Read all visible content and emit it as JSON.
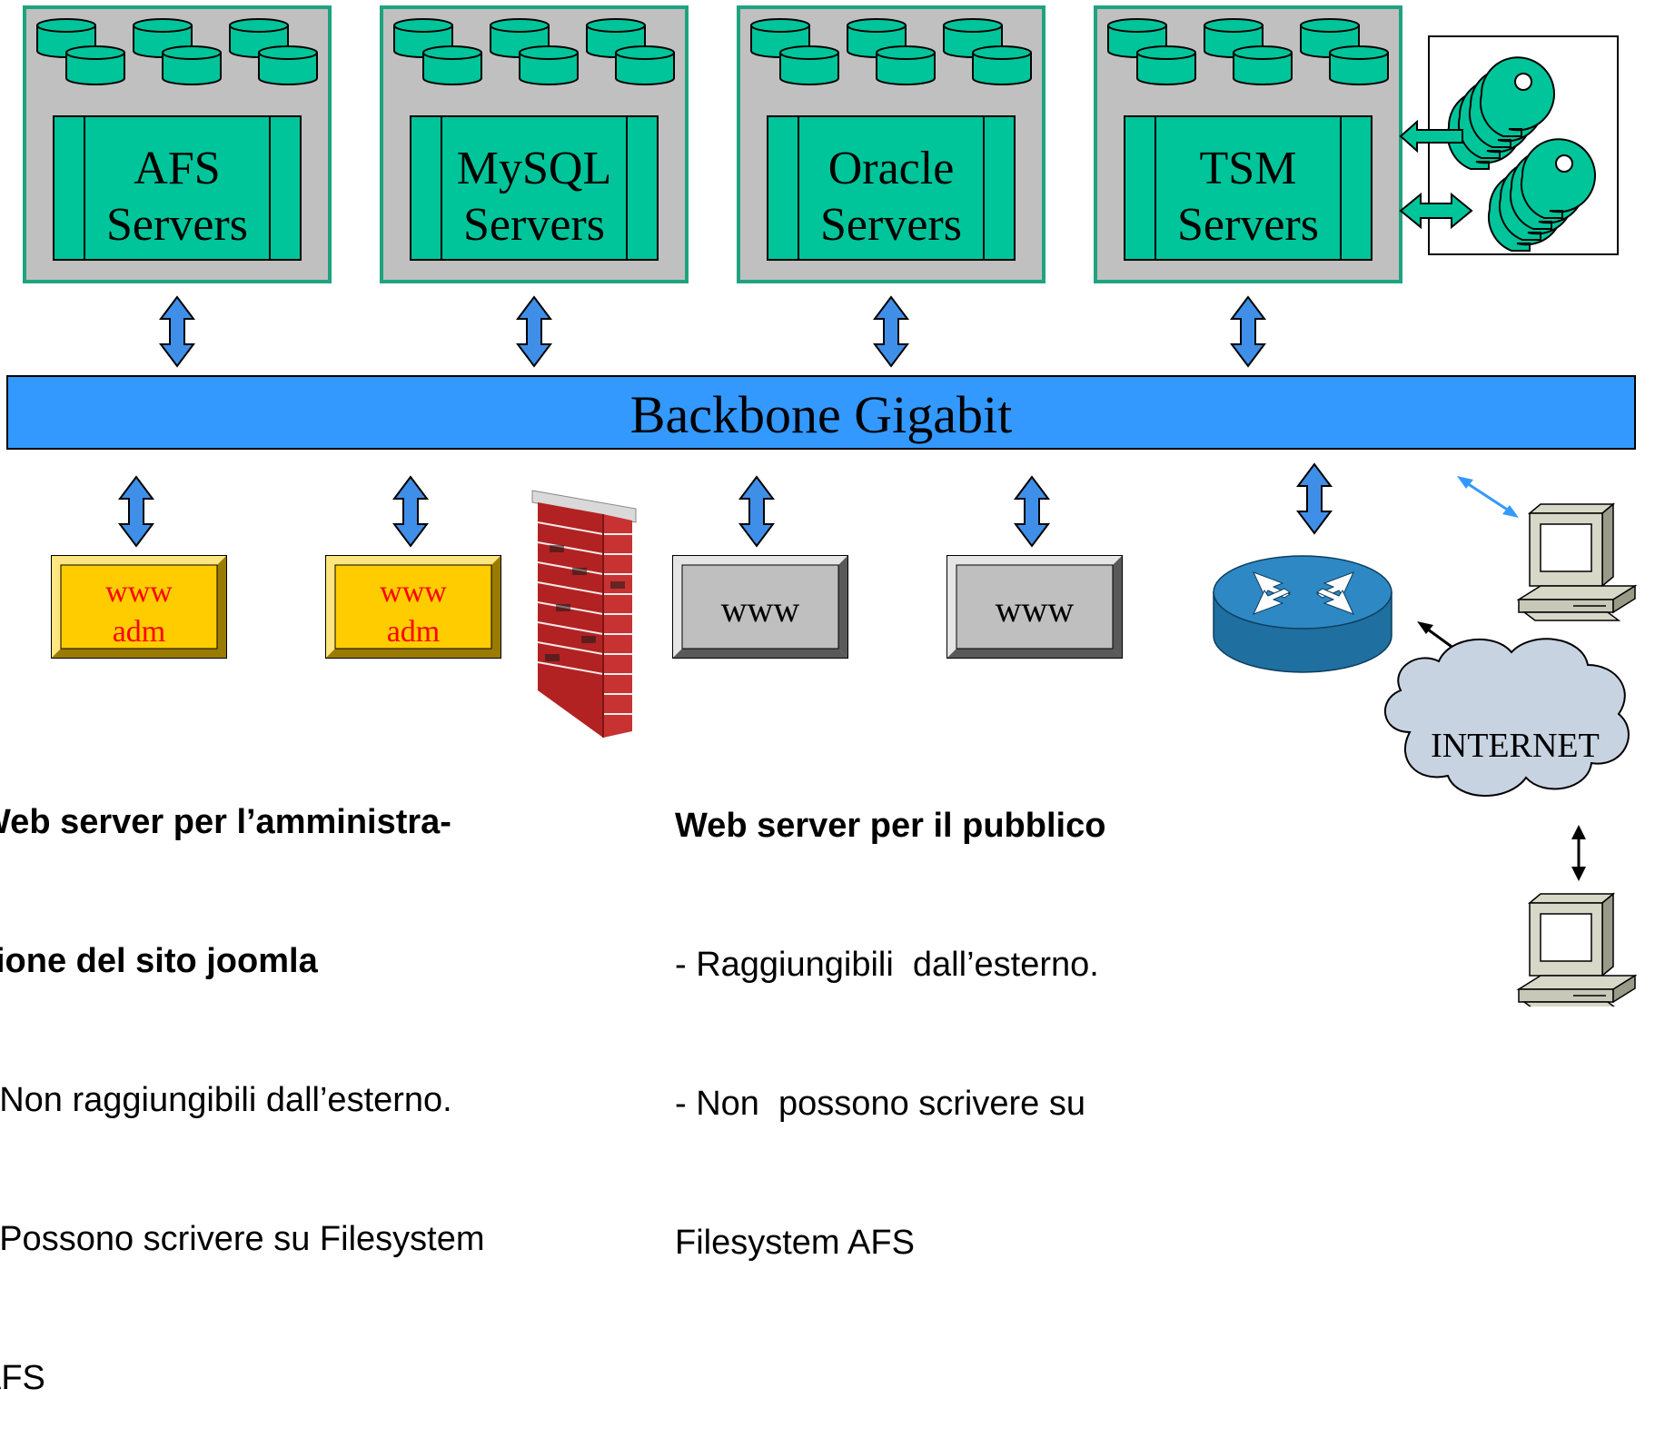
{
  "colors": {
    "server_fill": "#00C49A",
    "cabinet_fill": "#C0C0C0",
    "cabinet_border": "#1FA37F",
    "backbone_fill": "#3399FF",
    "arrow_fill": "#3F8FE8",
    "adm_fill": "#FFCC00",
    "adm_text": "#FF0000",
    "www_fill": "#BFBFBF",
    "router_fill": "#2E88C4",
    "cloud_fill": "#C8D3E2"
  },
  "servers": [
    {
      "line1": "AFS",
      "line2": "Servers"
    },
    {
      "line1": "MySQL",
      "line2": "Servers"
    },
    {
      "line1": "Oracle",
      "line2": "Servers"
    },
    {
      "line1": "TSM",
      "line2": "Servers"
    }
  ],
  "backbone": {
    "label": "Backbone Gigabit"
  },
  "web_servers": [
    {
      "line1": "www",
      "line2": "adm",
      "kind": "admin"
    },
    {
      "line1": "www",
      "line2": "adm",
      "kind": "admin"
    },
    {
      "line1": "www",
      "line2": "",
      "kind": "public"
    },
    {
      "line1": "www",
      "line2": "",
      "kind": "public"
    }
  ],
  "internet": {
    "label": "INTERNET"
  },
  "captions": {
    "admin": {
      "title_line1": "Web server per l’amministra-",
      "title_line2": "zione del sito joomla",
      "line1": "- Non raggiungibili dall’esterno.",
      "line2": "- Possono scrivere su Filesystem",
      "line3": "AFS"
    },
    "public": {
      "title": "Web server per il pubblico",
      "line1": "- Raggiungibili  dall’esterno.",
      "line2": "- Non  possono scrivere su",
      "line3": "Filesystem AFS"
    }
  },
  "icons": [
    "database-icon",
    "tape-icon",
    "firewall-icon",
    "router-icon",
    "computer-icon",
    "cloud-icon"
  ]
}
